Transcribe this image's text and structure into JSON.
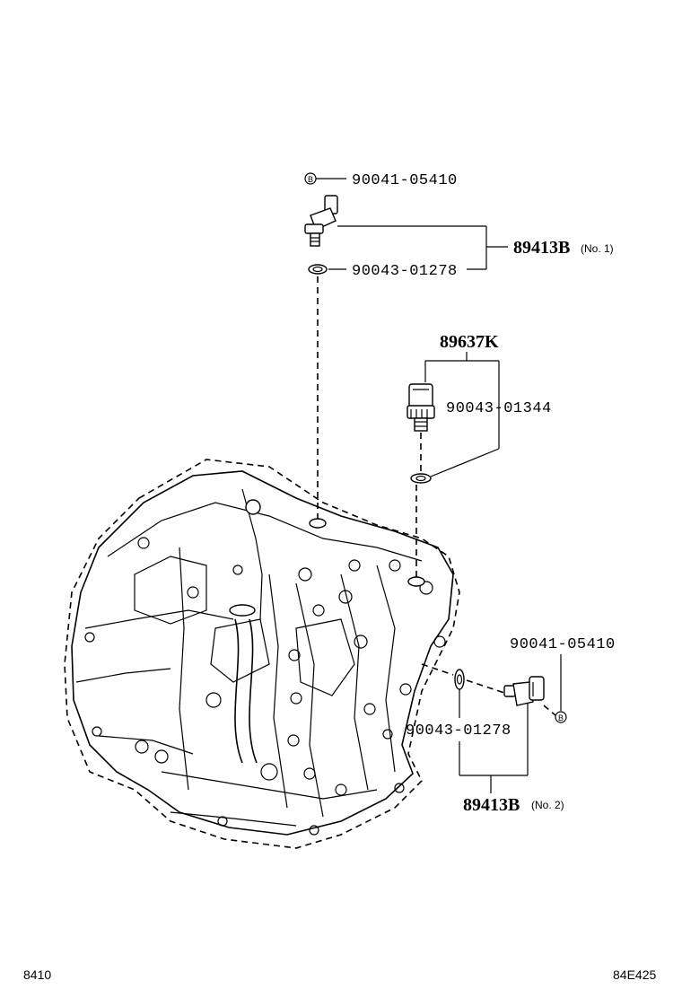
{
  "callouts": {
    "bolt_top": "90041-05410",
    "sensor_no1_code": "89413B",
    "sensor_no1_suffix": "(No. 1)",
    "oring_top": "90043-01278",
    "switch_code": "89637K",
    "switch_oring": "90043-01344",
    "bolt_right": "90041-05410",
    "oring_right": "90043-01278",
    "sensor_no2_code": "89413B",
    "sensor_no2_suffix": "(No. 2)"
  },
  "markers": {
    "bolt_marker_top": "B",
    "bolt_marker_right": "B"
  },
  "footer": {
    "left_code": "8410",
    "right_code": "84E425"
  },
  "components": {
    "assembly": "transaxle-assembly"
  }
}
